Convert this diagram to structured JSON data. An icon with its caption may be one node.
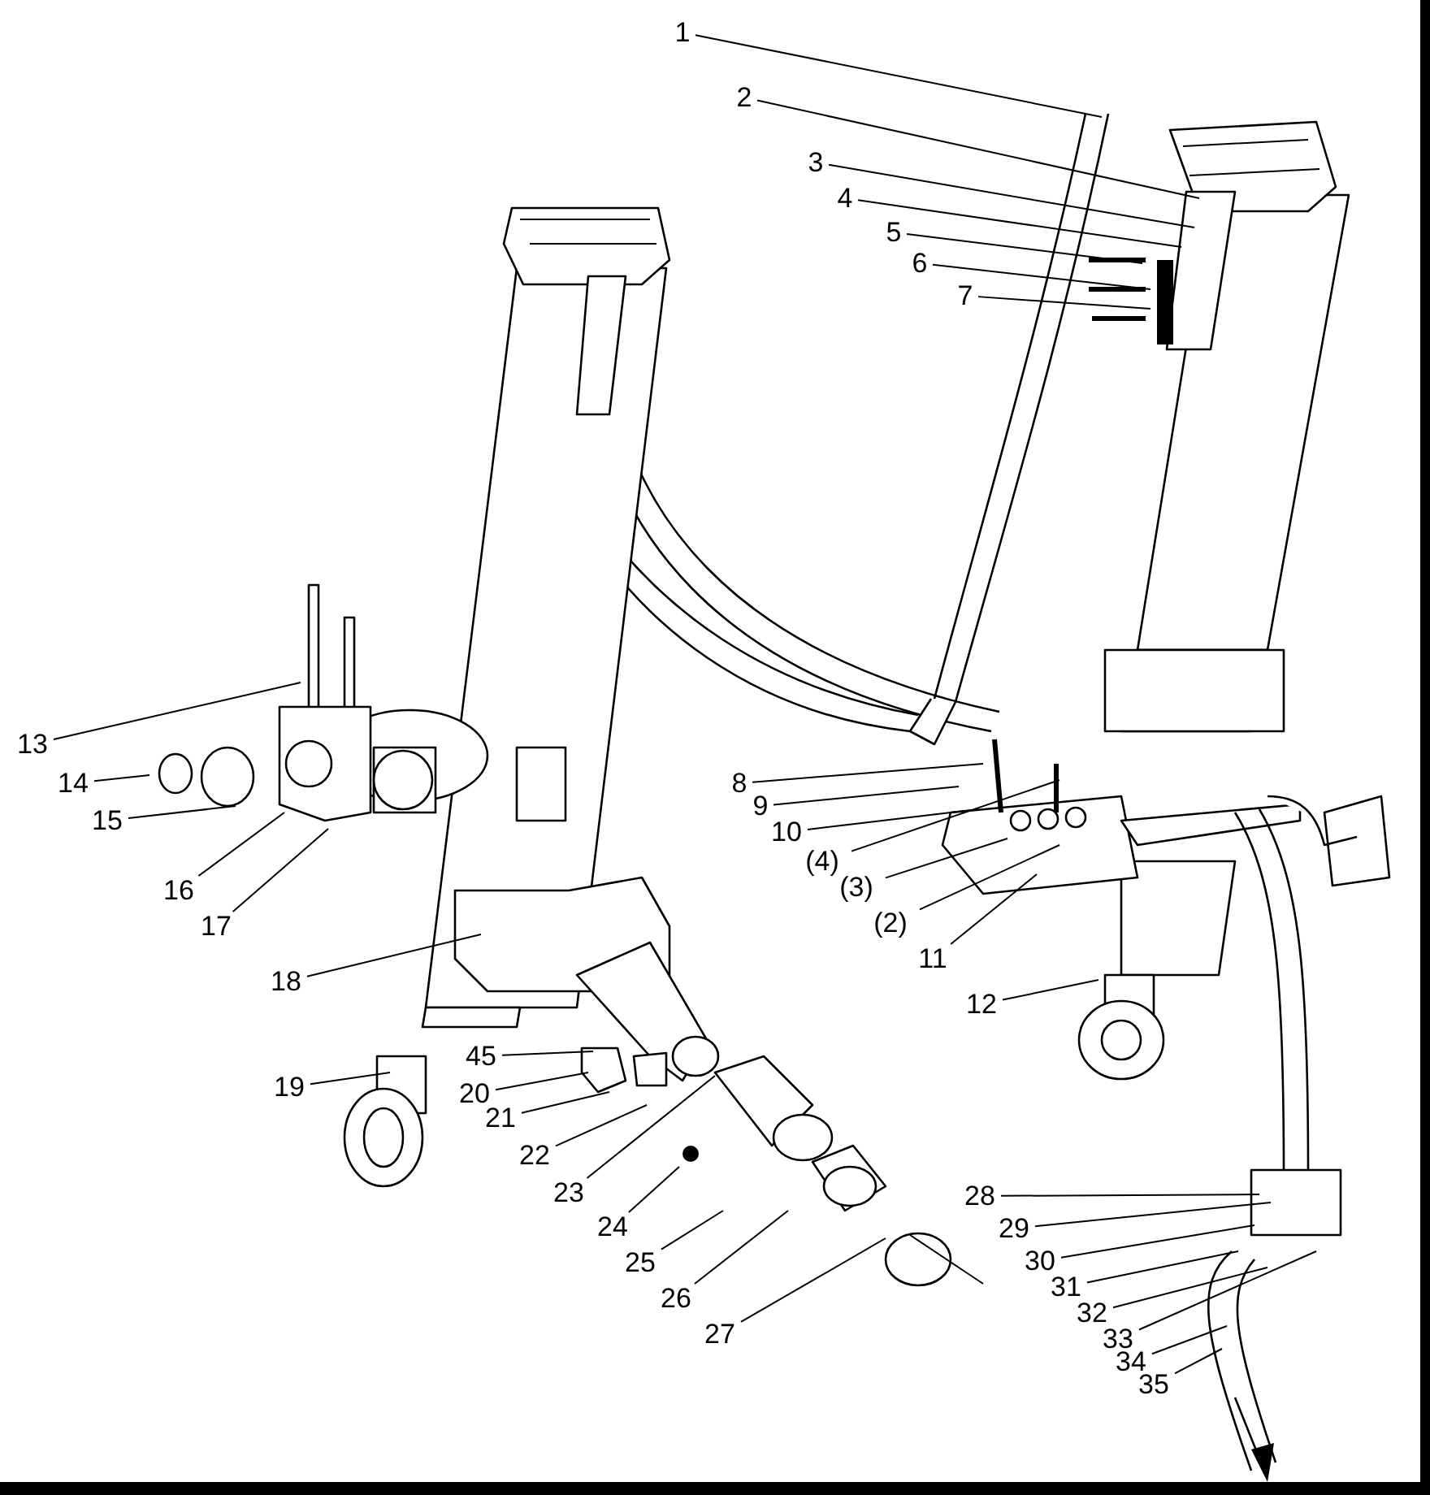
{
  "diagram": {
    "nodes": [
      {
        "text": [
          "1"
        ]
      },
      {
        "text": [
          "2"
        ]
      },
      {
        "text": [
          "3"
        ]
      },
      {
        "text": [
          "4"
        ]
      },
      {
        "text": [
          "5"
        ]
      },
      {
        "text": [
          "6"
        ]
      },
      {
        "text": [
          "7"
        ]
      },
      {
        "text": [
          "8"
        ]
      },
      {
        "text": [
          "9"
        ]
      },
      {
        "text": [
          "10"
        ]
      },
      {
        "text": [
          "(4)"
        ]
      },
      {
        "text": [
          "(3)"
        ]
      },
      {
        "text": [
          "(2)"
        ]
      },
      {
        "text": [
          "11"
        ]
      },
      {
        "text": [
          "12"
        ]
      },
      {
        "text": [
          "13"
        ]
      },
      {
        "text": [
          "14"
        ]
      },
      {
        "text": [
          "15"
        ]
      },
      {
        "text": [
          "16"
        ]
      },
      {
        "text": [
          "17"
        ]
      },
      {
        "text": [
          "18"
        ]
      },
      {
        "text": [
          "45"
        ]
      },
      {
        "text": [
          "19"
        ]
      },
      {
        "text": [
          "20"
        ]
      },
      {
        "text": [
          "21"
        ]
      },
      {
        "text": [
          "22"
        ]
      },
      {
        "text": [
          "23"
        ]
      },
      {
        "text": [
          "24"
        ]
      },
      {
        "text": [
          "25"
        ]
      },
      {
        "text": [
          "26"
        ]
      },
      {
        "text": [
          "27"
        ]
      },
      {
        "text": [
          "28"
        ]
      },
      {
        "text": [
          "29"
        ]
      },
      {
        "text": [
          "30"
        ]
      },
      {
        "text": [
          "31"
        ]
      },
      {
        "text": [
          "32"
        ]
      },
      {
        "text": [
          "33"
        ]
      },
      {
        "text": [
          "34"
        ]
      },
      {
        "text": [
          "35"
        ]
      }
    ],
    "edges": [
      {
        "from": 0,
        "to": null,
        "arrow": "none"
      },
      {
        "from": 1,
        "to": null,
        "arrow": "none"
      },
      {
        "from": 2,
        "to": null,
        "arrow": "none"
      },
      {
        "from": 3,
        "to": null,
        "arrow": "none"
      },
      {
        "from": 4,
        "to": null,
        "arrow": "none"
      },
      {
        "from": 5,
        "to": null,
        "arrow": "none"
      },
      {
        "from": 6,
        "to": null,
        "arrow": "none"
      },
      {
        "from": 7,
        "to": null,
        "arrow": "none"
      },
      {
        "from": 8,
        "to": null,
        "arrow": "none"
      },
      {
        "from": 9,
        "to": null,
        "arrow": "none"
      },
      {
        "from": 10,
        "to": null,
        "arrow": "none"
      },
      {
        "from": 11,
        "to": null,
        "arrow": "none"
      },
      {
        "from": 12,
        "to": null,
        "arrow": "none"
      },
      {
        "from": 13,
        "to": null,
        "arrow": "none"
      },
      {
        "from": 14,
        "to": null,
        "arrow": "none"
      },
      {
        "from": 15,
        "to": null,
        "arrow": "none"
      },
      {
        "from": 16,
        "to": null,
        "arrow": "none"
      },
      {
        "from": 17,
        "to": null,
        "arrow": "none"
      },
      {
        "from": 18,
        "to": null,
        "arrow": "none"
      },
      {
        "from": 19,
        "to": null,
        "arrow": "none"
      },
      {
        "from": 20,
        "to": null,
        "arrow": "none"
      },
      {
        "from": 21,
        "to": null,
        "arrow": "none"
      },
      {
        "from": 22,
        "to": null,
        "arrow": "none"
      },
      {
        "from": 23,
        "to": null,
        "arrow": "none"
      },
      {
        "from": 24,
        "to": null,
        "arrow": "none"
      },
      {
        "from": 25,
        "to": null,
        "arrow": "none"
      },
      {
        "from": 26,
        "to": null,
        "arrow": "none"
      },
      {
        "from": 27,
        "to": null,
        "arrow": "none"
      },
      {
        "from": 28,
        "to": null,
        "arrow": "none"
      },
      {
        "from": 29,
        "to": null,
        "arrow": "none"
      },
      {
        "from": 30,
        "to": null,
        "arrow": "none"
      },
      {
        "from": 31,
        "to": null,
        "arrow": "none"
      },
      {
        "from": 32,
        "to": null,
        "arrow": "none"
      },
      {
        "from": 33,
        "to": null,
        "arrow": "none"
      },
      {
        "from": 34,
        "to": null,
        "arrow": "none"
      },
      {
        "from": 35,
        "to": null,
        "arrow": "none"
      },
      {
        "from": 36,
        "to": null,
        "arrow": "none"
      },
      {
        "from": 37,
        "to": null,
        "arrow": "none"
      },
      {
        "from": 38,
        "to": null,
        "arrow": "none"
      }
    ]
  }
}
